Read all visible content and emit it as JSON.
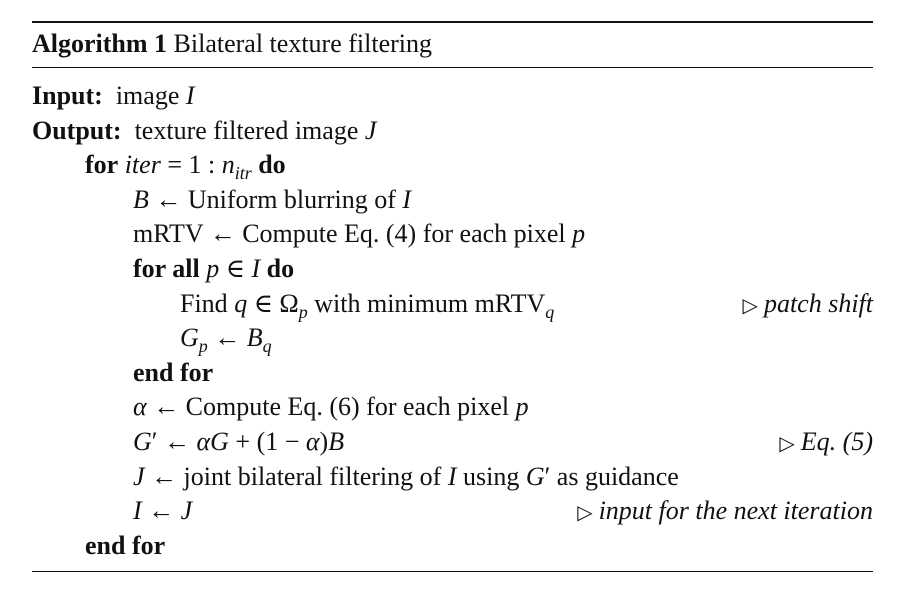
{
  "caption": {
    "label": "Algorithm 1",
    "title": "Bilateral texture filtering"
  },
  "lines": [
    {
      "level": 0,
      "segs": [
        {
          "t": "Input:",
          "s": "b"
        },
        {
          "t": "  image ",
          "s": "r"
        },
        {
          "t": "I",
          "s": "i"
        }
      ]
    },
    {
      "level": 0,
      "segs": [
        {
          "t": "Output:",
          "s": "b"
        },
        {
          "t": "  texture filtered image ",
          "s": "r"
        },
        {
          "t": "J",
          "s": "i"
        }
      ]
    },
    {
      "level": 1,
      "segs": [
        {
          "t": "for",
          "s": "b"
        },
        {
          "t": " ",
          "s": "r"
        },
        {
          "t": "iter",
          "s": "i"
        },
        {
          "t": " = 1 : ",
          "s": "r"
        },
        {
          "t": "n",
          "s": "i"
        },
        {
          "t": "itr",
          "s": "sub"
        },
        {
          "t": " ",
          "s": "r"
        },
        {
          "t": "do",
          "s": "b"
        }
      ]
    },
    {
      "level": 2,
      "segs": [
        {
          "t": "B",
          "s": "i"
        },
        {
          "t": " ← Uniform blurring of ",
          "s": "r"
        },
        {
          "t": "I",
          "s": "i"
        }
      ]
    },
    {
      "level": 2,
      "segs": [
        {
          "t": "mRTV ← Compute Eq. (4) for each pixel ",
          "s": "r"
        },
        {
          "t": "p",
          "s": "i"
        }
      ]
    },
    {
      "level": 2,
      "segs": [
        {
          "t": "for all",
          "s": "b"
        },
        {
          "t": " ",
          "s": "r"
        },
        {
          "t": "p",
          "s": "i"
        },
        {
          "t": " ∈ ",
          "s": "r"
        },
        {
          "t": "I",
          "s": "i"
        },
        {
          "t": " ",
          "s": "r"
        },
        {
          "t": "do",
          "s": "b"
        }
      ]
    },
    {
      "level": 3,
      "segs": [
        {
          "t": "Find ",
          "s": "r"
        },
        {
          "t": "q",
          "s": "i"
        },
        {
          "t": " ∈ Ω",
          "s": "r"
        },
        {
          "t": "p",
          "s": "sub"
        },
        {
          "t": " with minimum mRTV",
          "s": "r"
        },
        {
          "t": "q",
          "s": "sub"
        }
      ],
      "comment": "patch shift"
    },
    {
      "level": 3,
      "segs": [
        {
          "t": "G",
          "s": "i"
        },
        {
          "t": "p",
          "s": "sub"
        },
        {
          "t": " ← ",
          "s": "r"
        },
        {
          "t": "B",
          "s": "i"
        },
        {
          "t": "q",
          "s": "sub"
        }
      ]
    },
    {
      "level": 2,
      "segs": [
        {
          "t": "end for",
          "s": "b"
        }
      ]
    },
    {
      "level": 2,
      "segs": [
        {
          "t": "α",
          "s": "i"
        },
        {
          "t": " ← Compute Eq. (6) for each pixel ",
          "s": "r"
        },
        {
          "t": "p",
          "s": "i"
        }
      ]
    },
    {
      "level": 2,
      "segs": [
        {
          "t": "G",
          "s": "i"
        },
        {
          "t": "′ ← ",
          "s": "r"
        },
        {
          "t": "αG",
          "s": "i"
        },
        {
          "t": " + (1 − ",
          "s": "r"
        },
        {
          "t": "α",
          "s": "i"
        },
        {
          "t": ")",
          "s": "r"
        },
        {
          "t": "B",
          "s": "i"
        }
      ],
      "comment": "Eq. (5)"
    },
    {
      "level": 2,
      "segs": [
        {
          "t": "J",
          "s": "i"
        },
        {
          "t": " ← joint bilateral filtering of ",
          "s": "r"
        },
        {
          "t": "I",
          "s": "i"
        },
        {
          "t": " using ",
          "s": "r"
        },
        {
          "t": "G",
          "s": "i"
        },
        {
          "t": "′ as guidance",
          "s": "r"
        }
      ]
    },
    {
      "level": 2,
      "segs": [
        {
          "t": "I",
          "s": "i"
        },
        {
          "t": " ← ",
          "s": "r"
        },
        {
          "t": "J",
          "s": "i"
        }
      ],
      "comment": "input for the next iteration"
    },
    {
      "level": 1,
      "segs": [
        {
          "t": "end for",
          "s": "b"
        }
      ]
    }
  ],
  "comment_marker": "▷"
}
